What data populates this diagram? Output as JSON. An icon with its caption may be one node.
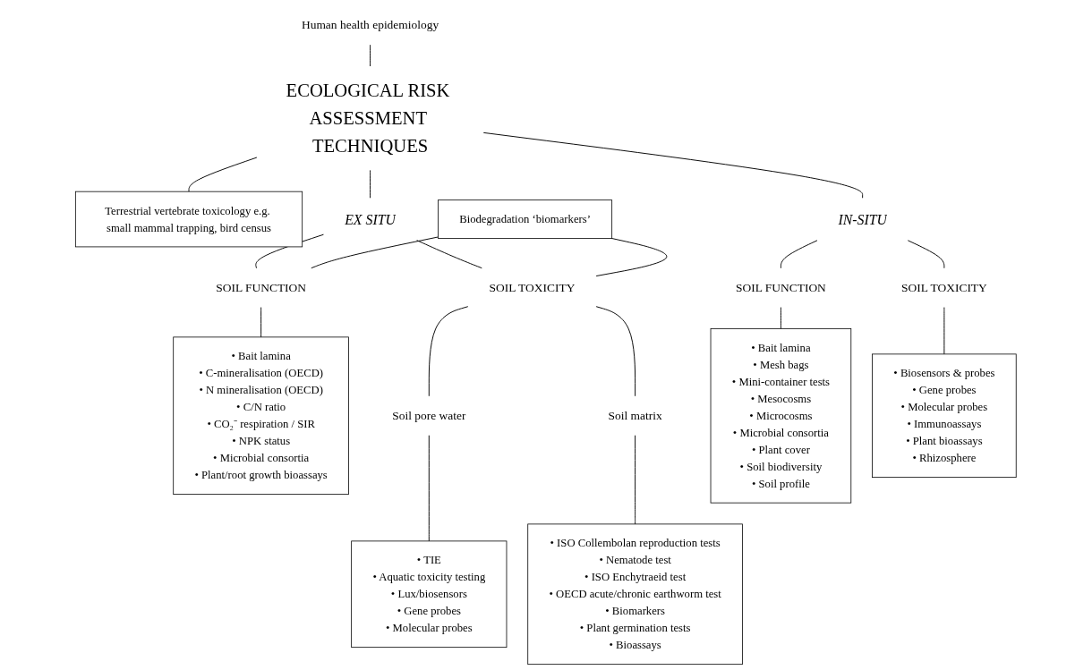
{
  "diagram": {
    "nodes": [
      {
        "text": [
          "Human health epidemiology"
        ]
      },
      {
        "text": [
          "ECOLOGICAL RISK ASSESSMENT TECHNIQUES"
        ]
      },
      {
        "text": [
          "Terrestrial vertebrate toxicology e.g. small mammal trapping, bird census"
        ]
      },
      {
        "text": [
          "Biodegradation ‘biomarkers’"
        ]
      },
      {
        "text": [
          "EX SITU"
        ]
      },
      {
        "text": [
          "IN-SITU"
        ]
      },
      {
        "text": [
          "SOIL FUNCTION"
        ]
      },
      {
        "text": [
          "SOIL TOXICITY"
        ]
      },
      {
        "text": [
          "SOIL FUNCTION"
        ]
      },
      {
        "text": [
          "SOIL TOXICITY"
        ]
      },
      {
        "text": [
          "• Bait lamina",
          "• C-mineralisation (OECD)",
          "• N mineralisation (OECD)",
          "• C/N ratio",
          "• CO₂⁻ respiration / SIR",
          "• NPK status",
          "• Microbial consortia",
          "• Plant/root growth bioassays"
        ]
      },
      {
        "text": [
          "Soil pore water"
        ]
      },
      {
        "text": [
          "Soil matrix"
        ]
      },
      {
        "text": [
          "• TIE",
          "• Aquatic toxicity testing",
          "• Lux/biosensors",
          "• Gene probes",
          "• Molecular probes"
        ]
      },
      {
        "text": [
          "• ISO Collembolan reproduction tests",
          "• Nematode test",
          "• ISO Enchytraeid test",
          "• OECD acute/chronic earthworm test",
          "• Biomarkers",
          "• Plant germination tests",
          "• Bioassays"
        ]
      },
      {
        "text": [
          "• Bait lamina",
          "• Mesh bags",
          "• Mini-container tests",
          "• Mesocosms",
          "• Microcosms",
          "• Microbial consortia",
          "• Plant cover",
          "• Soil biodiversity",
          "• Soil profile"
        ]
      },
      {
        "text": [
          "• Biosensors & probes",
          "• Gene probes",
          "• Molecular probes",
          "• Immunoassays",
          "• Plant bioassays",
          "• Rhizosphere"
        ]
      }
    ],
    "edges": [
      {
        "from": 0,
        "to": 1,
        "arrow": "none"
      },
      {
        "from": 1,
        "to": 2,
        "arrow": "none"
      },
      {
        "from": 1,
        "to": 4,
        "arrow": "none"
      },
      {
        "from": 1,
        "to": 5,
        "arrow": "none"
      },
      {
        "from": 4,
        "to": 6,
        "arrow": "none"
      },
      {
        "from": 4,
        "to": 7,
        "arrow": "none"
      },
      {
        "from": 3,
        "to": 6,
        "arrow": "none"
      },
      {
        "from": 3,
        "to": 7,
        "arrow": "none"
      },
      {
        "from": 5,
        "to": 8,
        "arrow": "none"
      },
      {
        "from": 5,
        "to": 9,
        "arrow": "none"
      },
      {
        "from": 6,
        "to": 10,
        "arrow": "none"
      },
      {
        "from": 7,
        "to": 11,
        "arrow": "none"
      },
      {
        "from": 7,
        "to": 12,
        "arrow": "none"
      },
      {
        "from": 11,
        "to": 13,
        "arrow": "none"
      },
      {
        "from": 12,
        "to": 14,
        "arrow": "none"
      },
      {
        "from": 8,
        "to": 15,
        "arrow": "none"
      },
      {
        "from": 9,
        "to": 16,
        "arrow": "none"
      }
    ]
  }
}
